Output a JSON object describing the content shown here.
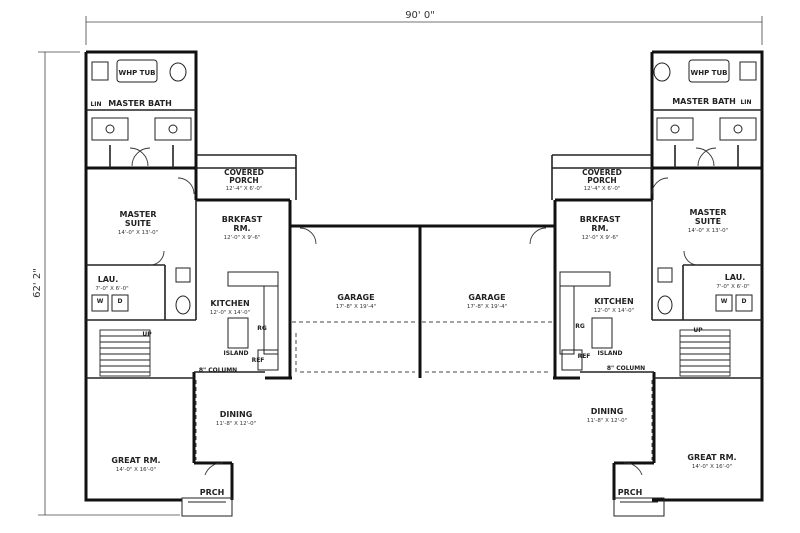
{
  "dimensions": {
    "overall_width": "90' 0\"",
    "overall_depth": "62' 2\""
  },
  "left_unit": {
    "whp_tub": "WHP TUB",
    "lin": "LIN",
    "master_bath": "MASTER BATH",
    "covered_porch": {
      "name": "COVERED",
      "name2": "PORCH",
      "size": "12'-4\" X 6'-0\""
    },
    "master_suite": {
      "name": "MASTER",
      "name2": "SUITE",
      "size": "14'-0\" X 13'-0\""
    },
    "brkfast": {
      "name": "BRKFAST",
      "name2": "RM.",
      "size": "12'-0\" X 9'-6\""
    },
    "lau": {
      "name": "LAU.",
      "size": "7'-0\" X 6'-0\""
    },
    "w": "W",
    "d": "D",
    "up": "UP",
    "kitchen": {
      "name": "KITCHEN",
      "size": "12'-0\" X 14'-0\""
    },
    "rg": "RG",
    "island": "ISLAND",
    "ref": "REF",
    "column": "8\" COLUMN",
    "dining": {
      "name": "DINING",
      "size": "11'-8\" X 12'-0\""
    },
    "great_rm": {
      "name": "GREAT RM.",
      "size": "14'-0\" X 16'-0\""
    },
    "prch": "PRCH"
  },
  "right_unit": {
    "whp_tub": "WHP TUB",
    "lin": "LIN",
    "master_bath": "MASTER BATH",
    "covered_porch": {
      "name": "COVERED",
      "name2": "PORCH",
      "size": "12'-4\" X 6'-0\""
    },
    "master_suite": {
      "name": "MASTER",
      "name2": "SUITE",
      "size": "14'-0\" X 13'-0\""
    },
    "brkfast": {
      "name": "BRKFAST",
      "name2": "RM.",
      "size": "12'-0\" X 9'-6\""
    },
    "lau": {
      "name": "LAU.",
      "size": "7'-0\" X 6'-0\""
    },
    "w": "W",
    "d": "D",
    "up": "UP",
    "kitchen": {
      "name": "KITCHEN",
      "size": "12'-0\" X 14'-0\""
    },
    "rg": "RG",
    "island": "ISLAND",
    "ref": "REF",
    "column": "8\" COLUMN",
    "dining": {
      "name": "DINING",
      "size": "11'-8\" X 12'-0\""
    },
    "great_rm": {
      "name": "GREAT RM.",
      "size": "14'-0\" X 16'-0\""
    },
    "prch": "PRCH"
  },
  "garage_left": {
    "name": "GARAGE",
    "size": "17'-8\" X 19'-4\""
  },
  "garage_right": {
    "name": "GARAGE",
    "size": "17'-8\" X 19'-4\""
  }
}
